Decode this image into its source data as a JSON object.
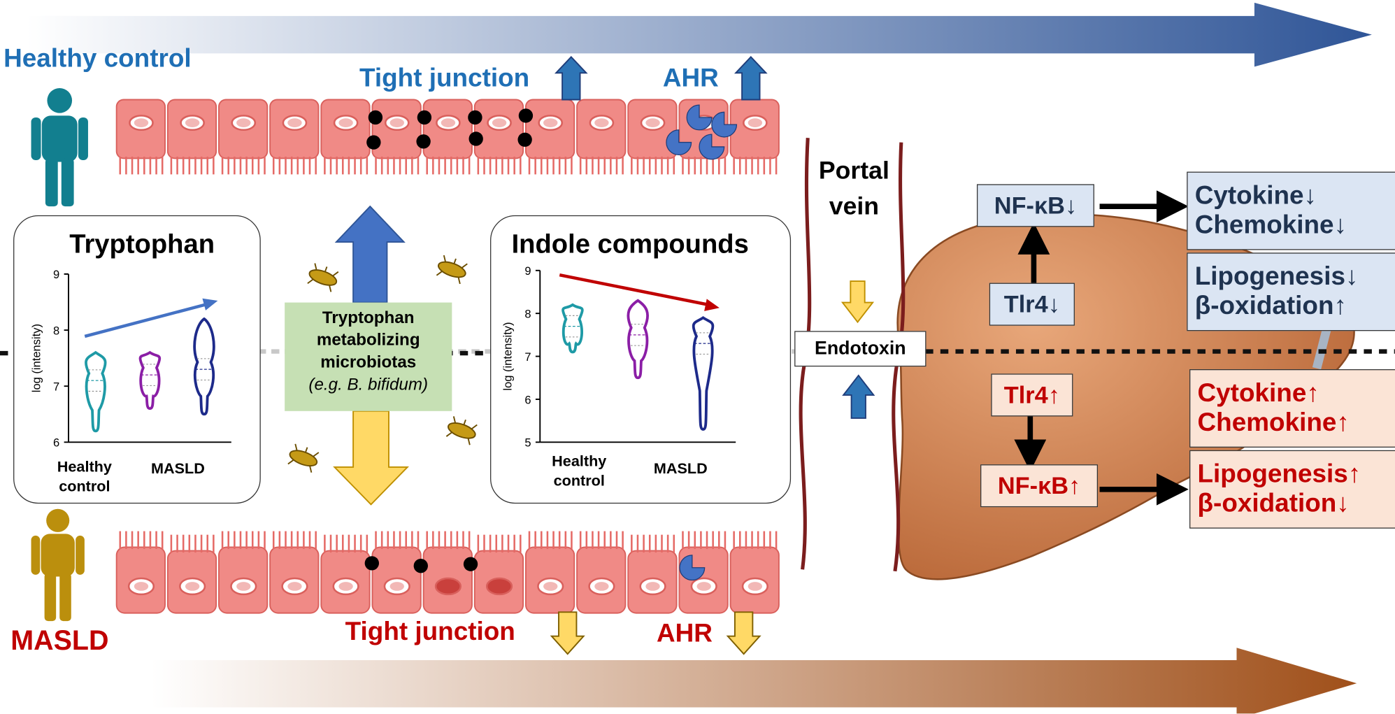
{
  "groups": {
    "healthy": "Healthy control",
    "masld": "MASLD"
  },
  "intestine": {
    "top_tight_junction": "Tight junction",
    "top_ahr": "AHR",
    "bottom_tight_junction": "Tight junction",
    "bottom_ahr": "AHR"
  },
  "panel_tryptophan": {
    "title": "Tryptophan",
    "ylabel": "log (intensity)",
    "yticks": [
      "9",
      "8",
      "7",
      "6"
    ],
    "xlabels": [
      "Healthy\ncontrol",
      "MASLD"
    ]
  },
  "panel_indole": {
    "title": "Indole compounds",
    "ylabel": "log (intensity)",
    "yticks": [
      "9",
      "8",
      "7",
      "6",
      "5"
    ],
    "xlabels": [
      "Healthy\ncontrol",
      "MASLD"
    ]
  },
  "microbiota": {
    "line1": "Tryptophan",
    "line2": "metabolizing",
    "line3": "microbiotas",
    "line4": "(e.g. B. bifidum)"
  },
  "portal": {
    "line1": "Portal",
    "line2": "vein",
    "endotoxin": "Endotoxin"
  },
  "liver_healthy": {
    "nfkb": "NF-κB↓",
    "tlr4": "Tlr4↓",
    "cytokine": "Cytokine↓",
    "chemokine": "Chemokine↓",
    "lipogenesis": "Lipogenesis↓",
    "boxidation": "β-oxidation↑"
  },
  "liver_masld": {
    "tlr4": "Tlr4↑",
    "nfkb": "NF-κB↑",
    "cytokine": "Cytokine↑",
    "chemokine": "Chemokine↑",
    "lipogenesis": "Lipogenesis↑",
    "boxidation": "β-oxidation↓"
  },
  "colors": {
    "healthy_blue": "#1f6fb5",
    "masld_red": "#c00000",
    "person_teal": "#127f8f",
    "person_gold": "#bb8f0d",
    "cell_pink": "#f08a86",
    "liver_brown": "#c7794b",
    "violin_teal": "#1e9aa6",
    "violin_purple": "#8b1ea6",
    "violin_navy": "#1d2a8a"
  },
  "chart_data": [
    {
      "type": "violin",
      "title": "Tryptophan",
      "ylabel": "log (intensity)",
      "ylim": [
        6,
        9
      ],
      "categories": [
        "Healthy control",
        "MASLD",
        "MASLD"
      ],
      "series": [
        {
          "median": 7.1,
          "min": 6.2,
          "max": 7.6
        },
        {
          "median": 7.2,
          "min": 6.6,
          "max": 7.6
        },
        {
          "median": 7.3,
          "min": 6.5,
          "max": 8.2
        }
      ],
      "trend": "increase"
    },
    {
      "type": "violin",
      "title": "Indole compounds",
      "ylabel": "log (intensity)",
      "ylim": [
        5,
        9
      ],
      "categories": [
        "Healthy control",
        "MASLD",
        "MASLD"
      ],
      "series": [
        {
          "median": 7.7,
          "min": 7.1,
          "max": 8.2
        },
        {
          "median": 7.5,
          "min": 6.5,
          "max": 8.3
        },
        {
          "median": 7.3,
          "min": 5.3,
          "max": 7.9
        }
      ],
      "trend": "decrease"
    }
  ]
}
